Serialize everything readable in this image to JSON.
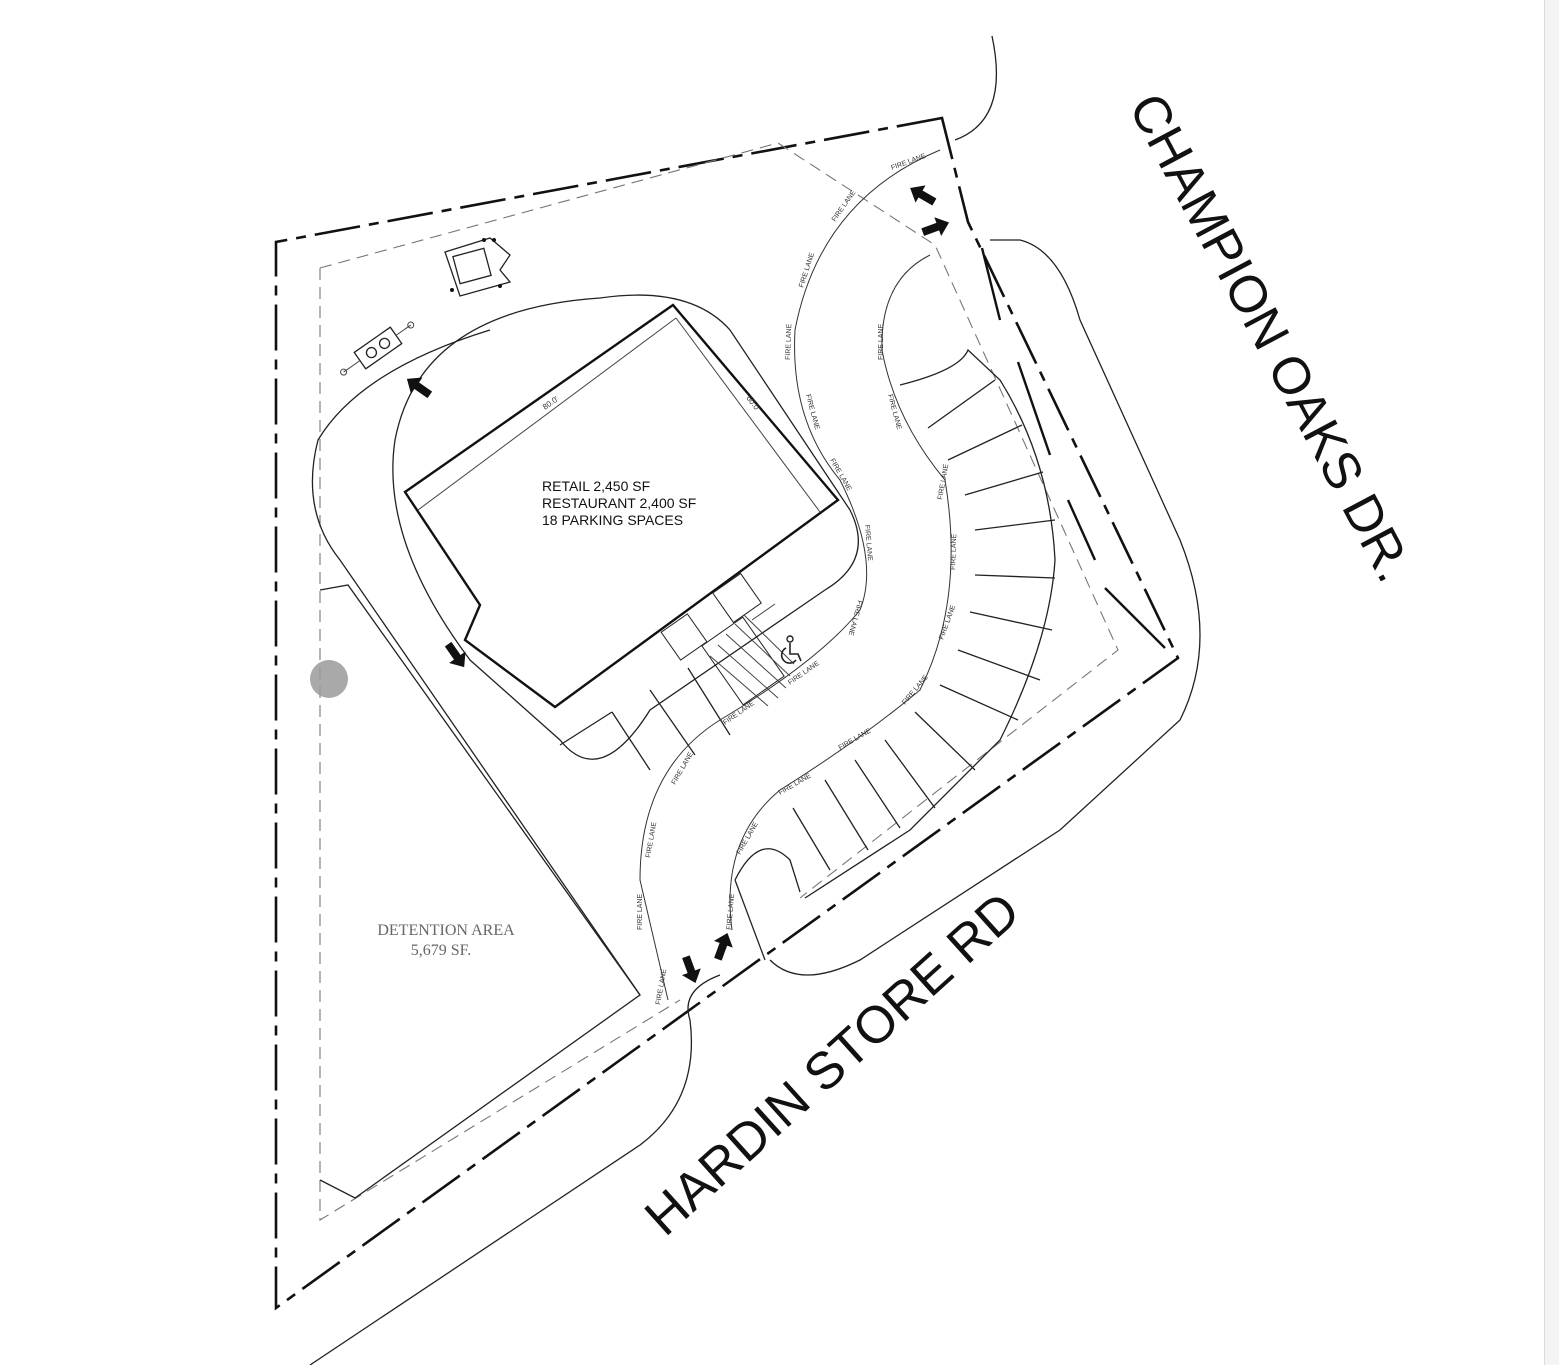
{
  "site_plan": {
    "building": {
      "line1": "RETAIL 2,450 SF",
      "line2": "RESTAURANT 2,400 SF",
      "line3": "18 PARKING SPACES",
      "dim_width": "80.0'",
      "dim_depth": "60.0'"
    },
    "detention": {
      "line1": "DETENTION AREA",
      "line2": "5,679 SF."
    },
    "streets": {
      "east": "CHAMPION OAKS DR.",
      "south": "HARDIN STORE RD"
    },
    "fire_lane_label": "FIRE LANE",
    "icons": [
      "accessible-parking-icon",
      "direction-arrow-icon",
      "dumpster-enclosure-icon",
      "utility-transformer-icon"
    ]
  }
}
